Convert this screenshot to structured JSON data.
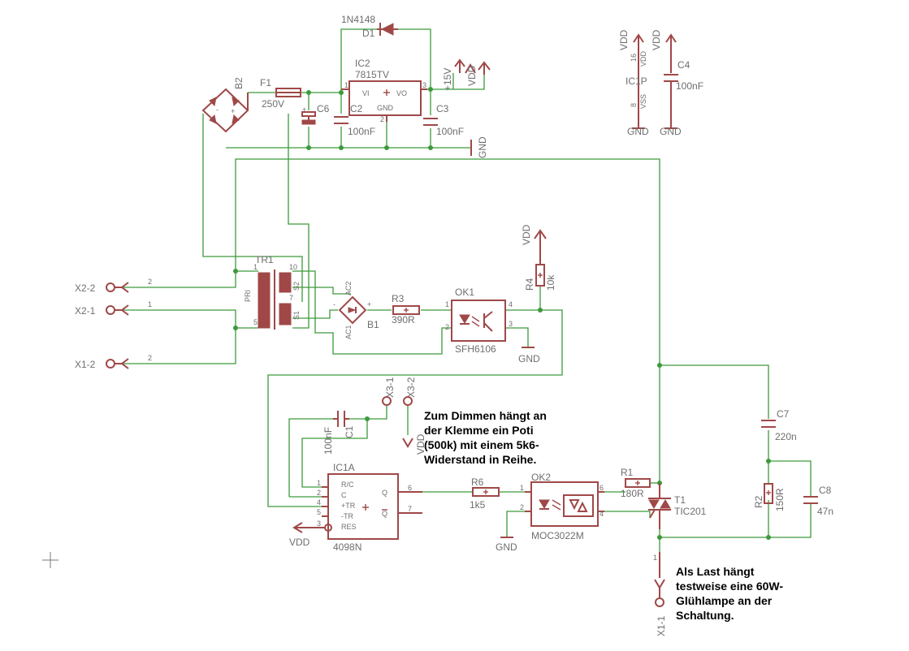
{
  "labels": {
    "d1_type": "1N4148",
    "d1_name": "D1",
    "ic2_name": "IC2",
    "ic2_type": "7815TV",
    "ic2_vi": "VI",
    "ic2_vo": "VO",
    "ic2_gnd": "GND",
    "ic2_pin1": "1",
    "ic2_pin2": "2",
    "ic2_pin3": "3",
    "b2_name": "B2",
    "f1_name": "F1",
    "f1_value": "250V",
    "c6_name": "C6",
    "c2_name": "C2",
    "c2_value": "100nF",
    "c3_name": "C3",
    "c3_value": "100nF",
    "gnd": "GND",
    "p15v": "+15V",
    "vdd": "VDD",
    "ic1p_name": "IC1P",
    "ic1p_pin16": "16",
    "ic1p_pin8": "8",
    "ic1p_vdd": "VDD",
    "ic1p_vss": "VSS",
    "c4_name": "C4",
    "c4_value": "100nF",
    "tr1_name": "TR1",
    "tr1_pri": "PRI",
    "tr1_s1": "S1",
    "tr1_s2": "S2",
    "tr1_pin1": "1",
    "tr1_pin5": "5",
    "tr1_pin10": "10",
    "tr1_pin7": "7",
    "x2_2": "X2-2",
    "x2_1": "X2-1",
    "x1_2": "X1-2",
    "x1_1": "X1-1",
    "x3_1": "X3-1",
    "x3_2": "X3-2",
    "pin_2": "2",
    "pin_1": "1",
    "b1_name": "B1",
    "b1_ac2": "AC2",
    "b1_ac1": "AC1",
    "b1_minus": "-",
    "b1_plus": "+",
    "r3_name": "R3",
    "r3_value": "390R",
    "ok1_name": "OK1",
    "ok1_type": "SFH6106",
    "r4_name": "R4",
    "r4_value": "10k",
    "c1_name": "C1",
    "c1_value": "100nF",
    "ic1a_name": "IC1A",
    "ic1a_type": "4098N",
    "ic1a_rc": "R/C",
    "ic1a_c": "C",
    "ic1a_ptr": "+TR",
    "ic1a_mtr": "-TR",
    "ic1a_res": "RES",
    "ic1a_q": "Q",
    "ic1a_qn": "Q",
    "r6_name": "R6",
    "r6_value": "1k5",
    "ok2_name": "OK2",
    "ok2_type": "MOC3022M",
    "r1_name": "R1",
    "r1_value": "180R",
    "t1_name": "T1",
    "t1_type": "TIC201",
    "c7_name": "C7",
    "c7_value": "220n",
    "r2_name": "R2",
    "r2_value": "150R",
    "c8_name": "C8",
    "c8_value": "47n"
  },
  "notes": {
    "dimmer": [
      "Zum Dimmen hängt an",
      "der Klemme ein Poti",
      "(500k) mit einem 5k6-",
      "Widerstand in Reihe."
    ],
    "load": [
      "Als Last hängt",
      "testweise eine 60W-",
      "Glühlampe an der",
      "Schaltung."
    ]
  }
}
